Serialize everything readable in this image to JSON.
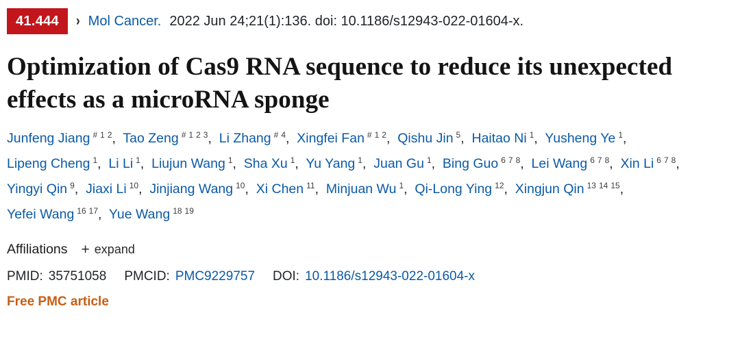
{
  "badge": {
    "impact_factor": "41.444"
  },
  "citation": {
    "chevron": "›",
    "journal": "Mol Cancer.",
    "details": "2022 Jun 24;21(1):136. doi: 10.1186/s12943-022-01604-x."
  },
  "title": "Optimization of Cas9 RNA sequence to reduce its unexpected effects as a microRNA sponge",
  "authors": [
    {
      "name": "Junfeng Jiang",
      "sups": [
        "#",
        "1",
        "2"
      ]
    },
    {
      "name": "Tao Zeng",
      "sups": [
        "#",
        "1",
        "2",
        "3"
      ]
    },
    {
      "name": "Li Zhang",
      "sups": [
        "#",
        "4"
      ]
    },
    {
      "name": "Xingfei Fan",
      "sups": [
        "#",
        "1",
        "2"
      ]
    },
    {
      "name": "Qishu Jin",
      "sups": [
        "5"
      ]
    },
    {
      "name": "Haitao Ni",
      "sups": [
        "1"
      ]
    },
    {
      "name": "Yusheng Ye",
      "sups": [
        "1"
      ]
    },
    {
      "name": "Lipeng Cheng",
      "sups": [
        "1"
      ]
    },
    {
      "name": "Li Li",
      "sups": [
        "1"
      ]
    },
    {
      "name": "Liujun Wang",
      "sups": [
        "1"
      ]
    },
    {
      "name": "Sha Xu",
      "sups": [
        "1"
      ]
    },
    {
      "name": "Yu Yang",
      "sups": [
        "1"
      ]
    },
    {
      "name": "Juan Gu",
      "sups": [
        "1"
      ]
    },
    {
      "name": "Bing Guo",
      "sups": [
        "6",
        "7",
        "8"
      ]
    },
    {
      "name": "Lei Wang",
      "sups": [
        "6",
        "7",
        "8"
      ]
    },
    {
      "name": "Xin Li",
      "sups": [
        "6",
        "7",
        "8"
      ]
    },
    {
      "name": "Yingyi Qin",
      "sups": [
        "9"
      ]
    },
    {
      "name": "Jiaxi Li",
      "sups": [
        "10"
      ]
    },
    {
      "name": "Jinjiang Wang",
      "sups": [
        "10"
      ]
    },
    {
      "name": "Xi Chen",
      "sups": [
        "11"
      ]
    },
    {
      "name": "Minjuan Wu",
      "sups": [
        "1"
      ]
    },
    {
      "name": "Qi-Long Ying",
      "sups": [
        "12"
      ]
    },
    {
      "name": "Xingjun Qin",
      "sups": [
        "13",
        "14",
        "15"
      ]
    },
    {
      "name": "Yefei Wang",
      "sups": [
        "16",
        "17"
      ]
    },
    {
      "name": "Yue Wang",
      "sups": [
        "18",
        "19"
      ]
    }
  ],
  "affiliations": {
    "heading": "Affiliations",
    "plus": "+",
    "expand_label": "expand"
  },
  "identifiers": {
    "pmid_label": "PMID:",
    "pmid": "35751058",
    "pmcid_label": "PMCID:",
    "pmcid": "PMC9229757",
    "doi_label": "DOI:",
    "doi": "10.1186/s12943-022-01604-x"
  },
  "free_pmc_label": "Free PMC article",
  "colors": {
    "badge_bg": "#c3161c",
    "link_blue": "#0b5aa5",
    "text_dark": "#212529",
    "free_pmc_orange": "#c75f14"
  }
}
